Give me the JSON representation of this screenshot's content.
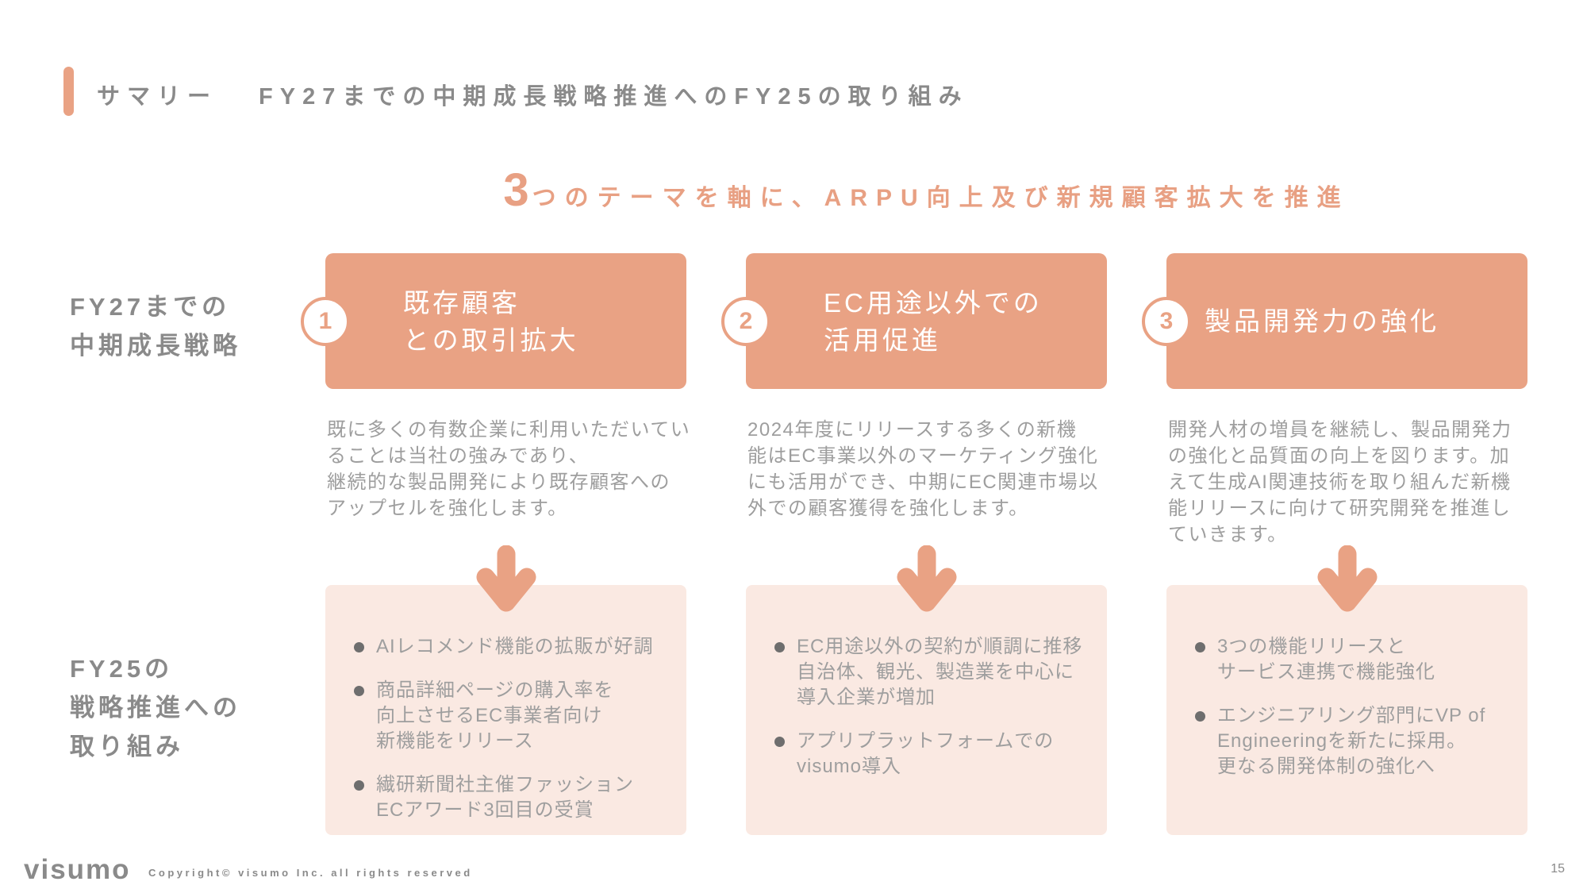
{
  "colors": {
    "accent": "#E9A284",
    "accent_text": "#E8A083",
    "card_bg": "#FAE9E2",
    "title_gray": "#8A8A8A",
    "body_gray": "#9E9E9E",
    "bullet_dot": "#6E6E6E",
    "white": "#FFFFFF"
  },
  "header": {
    "section_label": "サマリー",
    "title": "FY27までの中期成長戦略推進へのFY25の取り組み"
  },
  "subtitle": {
    "big_number": "3",
    "text": "つのテーマを軸に、ARPU向上及び新規顧客拡大を推進"
  },
  "row_labels": {
    "strategy": "FY27までの\n中期成長戦略",
    "initiatives": "FY25の\n戦略推進への\n取り組み"
  },
  "themes": [
    {
      "number": "1",
      "title": "既存顧客\nとの取引拡大",
      "description": "既に多くの有数企業に利用いただいてい\nることは当社の強みであり、\n継続的な製品開発により既存顧客への\nアップセルを強化します。",
      "initiatives": [
        "AIレコメンド機能の拡販が好調",
        "商品詳細ページの購入率を\n向上させるEC事業者向け\n新機能をリリース",
        "繊研新聞社主催ファッション\nECアワード3回目の受賞"
      ]
    },
    {
      "number": "2",
      "title": "EC用途以外での\n活用促進",
      "description": "2024年度にリリースする多くの新機\n能はEC事業以外のマーケティング強化\nにも活用ができ、中期にEC関連市場以\n外での顧客獲得を強化します。",
      "initiatives": [
        "EC用途以外の契約が順調に推移\n自治体、観光、製造業を中心に\n導入企業が増加",
        "アプリプラットフォームでの\nvisumo導入"
      ]
    },
    {
      "number": "3",
      "title": "製品開発力の強化",
      "description": "開発人材の増員を継続し、製品開発力\nの強化と品質面の向上を図ります。加\nえて生成AI関連技術を取り組んだ新機\n能リリースに向けて研究開発を推進し\nていきます。",
      "initiatives": [
        "3つの機能リリースと\nサービス連携で機能強化",
        "エンジニアリング部門にVP of\nEngineeringを新たに採用。\n更なる開発体制の強化へ"
      ]
    }
  ],
  "footer": {
    "logo": "visumo",
    "copyright": "Copyright© visumo Inc. all rights reserved",
    "page_number": "15"
  }
}
